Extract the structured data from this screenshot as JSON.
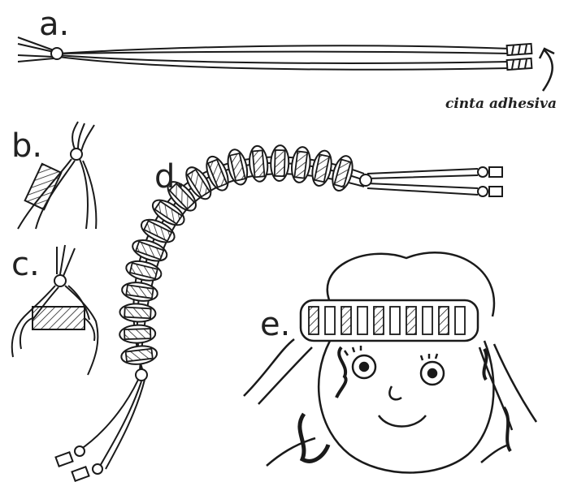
{
  "labels": {
    "a": "a.",
    "b": "b.",
    "c": "c.",
    "d": "d.",
    "e": "e."
  },
  "annotation": "cinta adhesiva",
  "colors": {
    "ink": "#1a1a1a",
    "paper": "#ffffff",
    "hair": "#111111"
  }
}
